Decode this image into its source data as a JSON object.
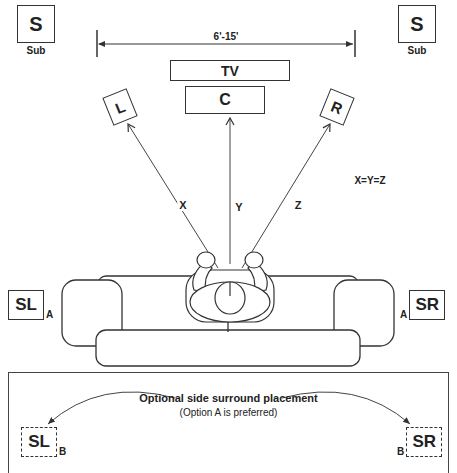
{
  "diagram": {
    "nodes": [
      {
        "text": [
          "S",
          "Sub"
        ]
      },
      {
        "text": [
          "S",
          "Sub"
        ]
      },
      {
        "text": [
          "TV"
        ]
      },
      {
        "text": [
          "C"
        ]
      },
      {
        "text": [
          "L"
        ]
      },
      {
        "text": [
          "R"
        ]
      },
      {
        "text": [
          "SL",
          "A"
        ]
      },
      {
        "text": [
          "SR",
          "A"
        ]
      },
      {
        "text": [
          "Optional side surround placement",
          "(Option A is preferred)"
        ]
      },
      {
        "text": [
          "SL",
          "B"
        ],
        "in": 8
      },
      {
        "text": [
          "SR",
          "B"
        ],
        "in": 8
      }
    ],
    "labels": [
      "6'-15'",
      "X",
      "Y",
      "Z",
      "X=Y=Z"
    ]
  }
}
